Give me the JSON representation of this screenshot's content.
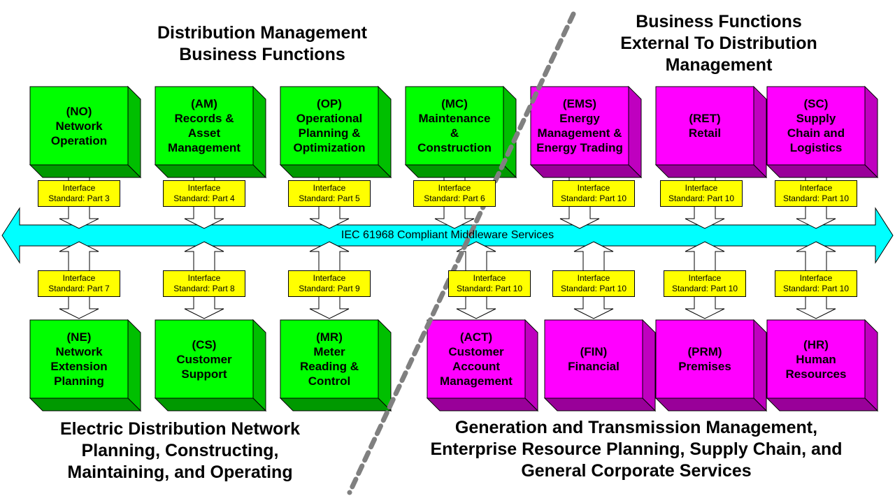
{
  "headings": {
    "dm": [
      "Distribution Management",
      "Business Functions"
    ],
    "ext": [
      "Business Functions",
      "External To Distribution",
      "Management"
    ],
    "edn": [
      "Electric Distribution Network",
      "Planning, Constructing,",
      "Maintaining, and Operating"
    ],
    "gtm": [
      "Generation and Transmission Management,",
      "Enterprise Resource Planning, Supply Chain, and",
      "General Corporate Services"
    ]
  },
  "middleware": {
    "label": "IEC 61968 Compliant Middleware Services"
  },
  "colors": {
    "internal": "#00ff00",
    "external": "#ff00ff",
    "interface": "#ffff00",
    "middleware": "#00ffff",
    "divider": "#808080"
  },
  "top_boxes": [
    {
      "lines": [
        "(NO)",
        "Network",
        "Operation"
      ],
      "group": "internal"
    },
    {
      "lines": [
        "(AM)",
        "Records &",
        "Asset",
        "Management"
      ],
      "group": "internal"
    },
    {
      "lines": [
        "(OP)",
        "Operational",
        "Planning &",
        "Optimization"
      ],
      "group": "internal"
    },
    {
      "lines": [
        "(MC)",
        "Maintenance",
        "&",
        "Construction"
      ],
      "group": "internal"
    },
    {
      "lines": [
        "(EMS)",
        "Energy",
        "Management  &",
        "Energy Trading"
      ],
      "group": "external"
    },
    {
      "lines": [
        "(RET)",
        "Retail"
      ],
      "group": "external"
    },
    {
      "lines": [
        "(SC)",
        "Supply",
        "Chain and",
        "Logistics"
      ],
      "group": "external"
    }
  ],
  "bottom_boxes": [
    {
      "lines": [
        "(NE)",
        "Network",
        "Extension",
        "Planning"
      ],
      "group": "internal"
    },
    {
      "lines": [
        "(CS)",
        "Customer",
        "Support"
      ],
      "group": "internal"
    },
    {
      "lines": [
        "(MR)",
        "Meter",
        "Reading &",
        "Control"
      ],
      "group": "internal"
    },
    {
      "lines": [
        "(ACT)",
        "Customer",
        "Account",
        "Management"
      ],
      "group": "external"
    },
    {
      "lines": [
        "(FIN)",
        "Financial"
      ],
      "group": "external"
    },
    {
      "lines": [
        "(PRM)",
        "Premises"
      ],
      "group": "external"
    },
    {
      "lines": [
        "(HR)",
        "Human",
        "Resources"
      ],
      "group": "external"
    }
  ],
  "top_interfaces": [
    [
      "Interface",
      "Standard: Part 3"
    ],
    [
      "Interface",
      "Standard: Part 4"
    ],
    [
      "Interface",
      "Standard: Part 5"
    ],
    [
      "Interface",
      "Standard: Part 6"
    ],
    [
      "Interface",
      "Standard: Part 10"
    ],
    [
      "Interface",
      "Standard: Part 10"
    ],
    [
      "Interface",
      "Standard: Part 10"
    ]
  ],
  "bottom_interfaces": [
    [
      "Interface",
      "Standard: Part 7"
    ],
    [
      "Interface",
      "Standard: Part 8"
    ],
    [
      "Interface",
      "Standard: Part 9"
    ],
    [
      "Interface",
      "Standard: Part 10"
    ],
    [
      "Interface",
      "Standard: Part 10"
    ],
    [
      "Interface",
      "Standard: Part 10"
    ],
    [
      "Interface",
      "Standard: Part 10"
    ]
  ]
}
